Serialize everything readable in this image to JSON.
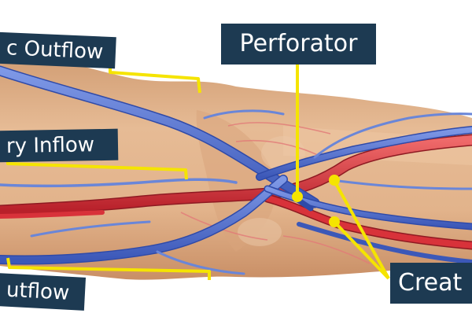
{
  "labels": {
    "top_left": "c Outflow",
    "mid_left": "ry Inflow",
    "bottom_left": "utflow",
    "perforator": "Perforator",
    "creat": "Creat"
  },
  "colors": {
    "label_bg": "#1d3a52",
    "label_text": "#ffffff",
    "leader": "#f5e400",
    "vein": "#4f6fd0",
    "artery": "#d8323a",
    "skin": "#dfb089",
    "background": "#ffffff"
  }
}
